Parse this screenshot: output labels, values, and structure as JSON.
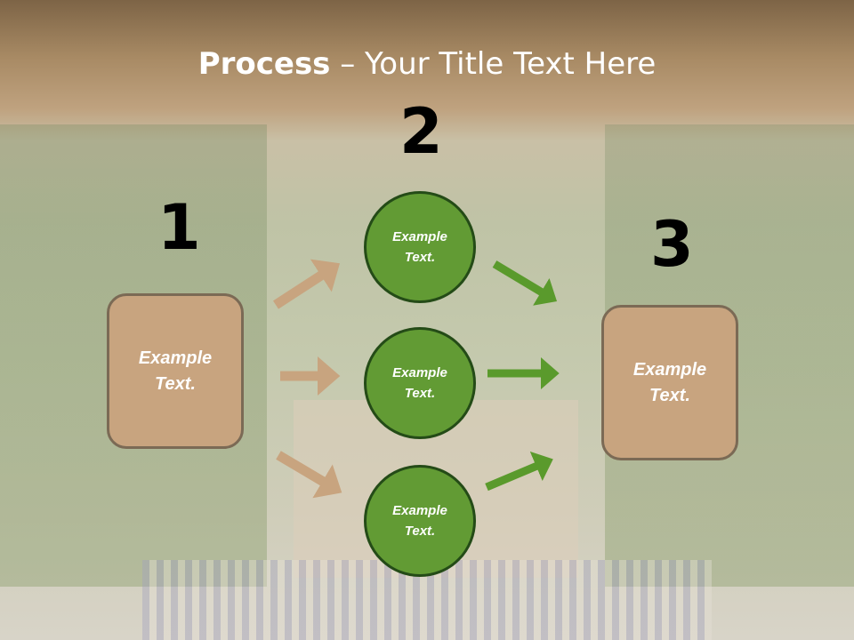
{
  "title": {
    "bold": "Process",
    "rest": " – Your Title Text Here"
  },
  "steps": [
    {
      "number": "1",
      "label": "Example Text."
    },
    {
      "number": "2",
      "labels": [
        "Example Text.",
        "Example Text.",
        "Example Text."
      ]
    },
    {
      "number": "3",
      "label": "Example Text."
    }
  ],
  "colors": {
    "box": "#c8a47f",
    "circle": "#629b34",
    "tan_arrow": "#c8a47f",
    "green_arrow": "#5a9a2c"
  }
}
